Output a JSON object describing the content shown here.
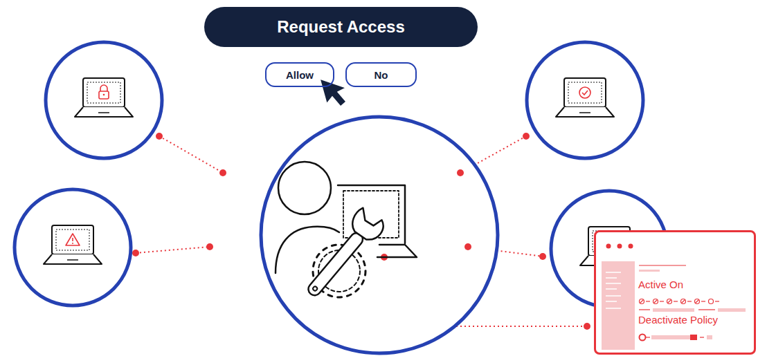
{
  "diagram": {
    "nodes": [
      {
        "text": [
          "Request Access"
        ]
      },
      {
        "text": [
          "Allow"
        ]
      },
      {
        "text": [
          "No"
        ]
      },
      {
        "text": [
          "Active On",
          "Deactivate Policy"
        ]
      }
    ]
  }
}
